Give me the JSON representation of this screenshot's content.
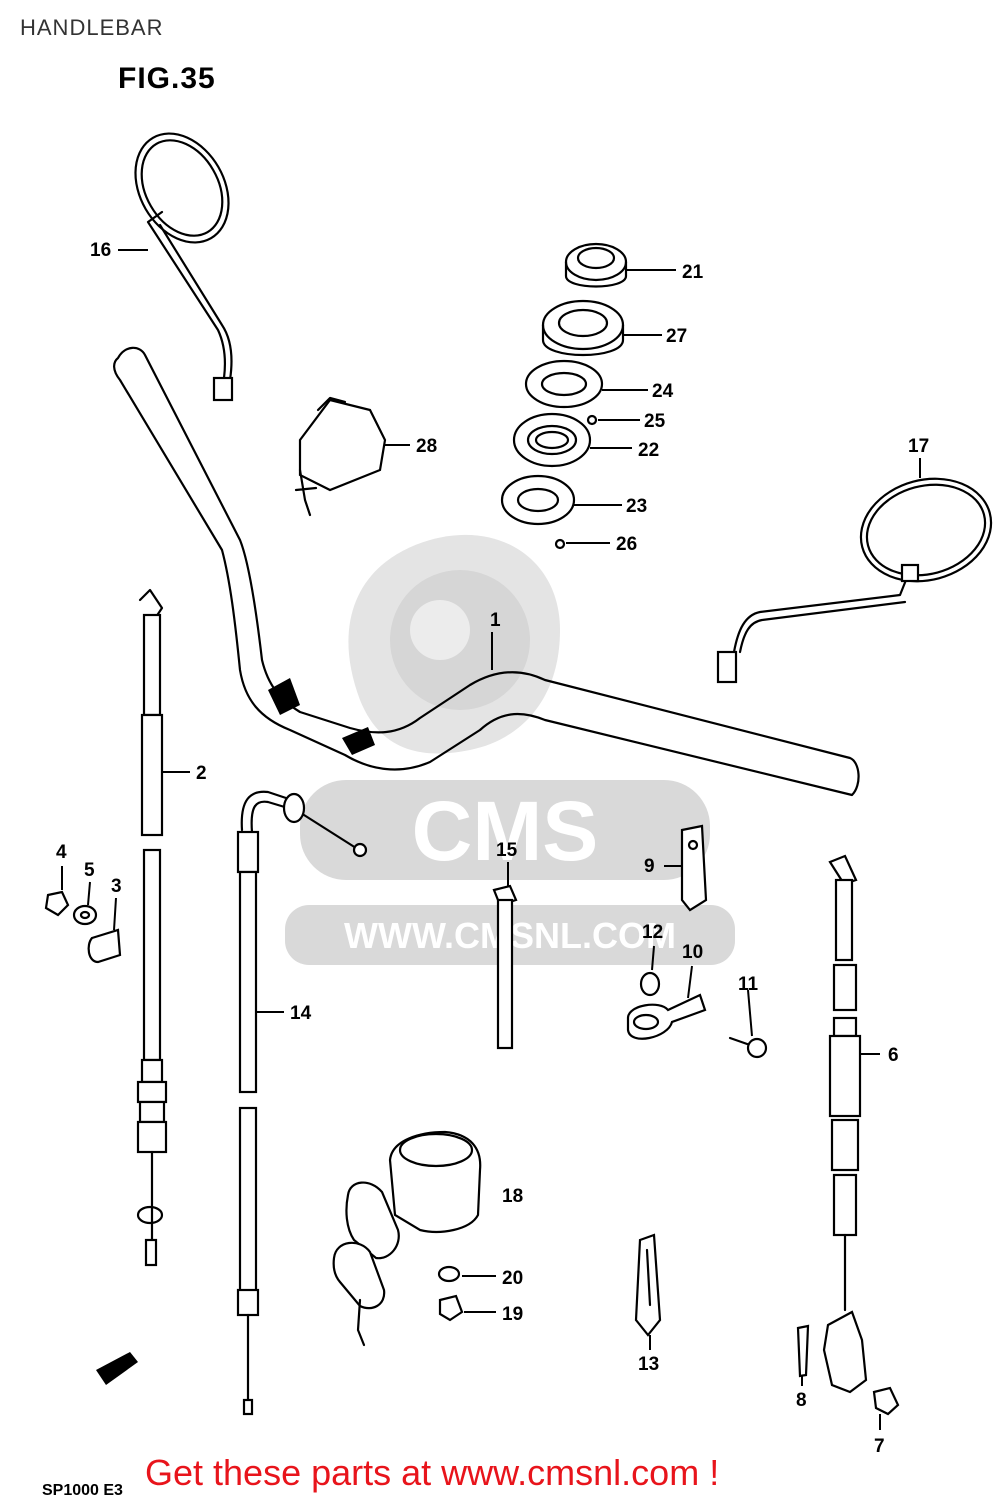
{
  "page": {
    "title": "HANDLEBAR"
  },
  "figure": {
    "label": "FIG.35",
    "model_code": "SP1000 E3",
    "watermark": {
      "brand": "CMS",
      "url": "WWW.CMSNL.COM"
    }
  },
  "parts": [
    {
      "ref": "1"
    },
    {
      "ref": "2"
    },
    {
      "ref": "3"
    },
    {
      "ref": "4"
    },
    {
      "ref": "5"
    },
    {
      "ref": "6"
    },
    {
      "ref": "7"
    },
    {
      "ref": "8"
    },
    {
      "ref": "9"
    },
    {
      "ref": "10"
    },
    {
      "ref": "11"
    },
    {
      "ref": "12"
    },
    {
      "ref": "13"
    },
    {
      "ref": "14"
    },
    {
      "ref": "15"
    },
    {
      "ref": "16"
    },
    {
      "ref": "17"
    },
    {
      "ref": "18"
    },
    {
      "ref": "19"
    },
    {
      "ref": "20"
    },
    {
      "ref": "21"
    },
    {
      "ref": "22"
    },
    {
      "ref": "23"
    },
    {
      "ref": "24"
    },
    {
      "ref": "25"
    },
    {
      "ref": "26"
    },
    {
      "ref": "27"
    },
    {
      "ref": "28"
    }
  ],
  "footer": {
    "banner_text": "Get these parts at www.cmsnl.com !"
  },
  "colors": {
    "banner": "#e8141b",
    "watermark": "#d9d9d9",
    "line": "#000000"
  }
}
